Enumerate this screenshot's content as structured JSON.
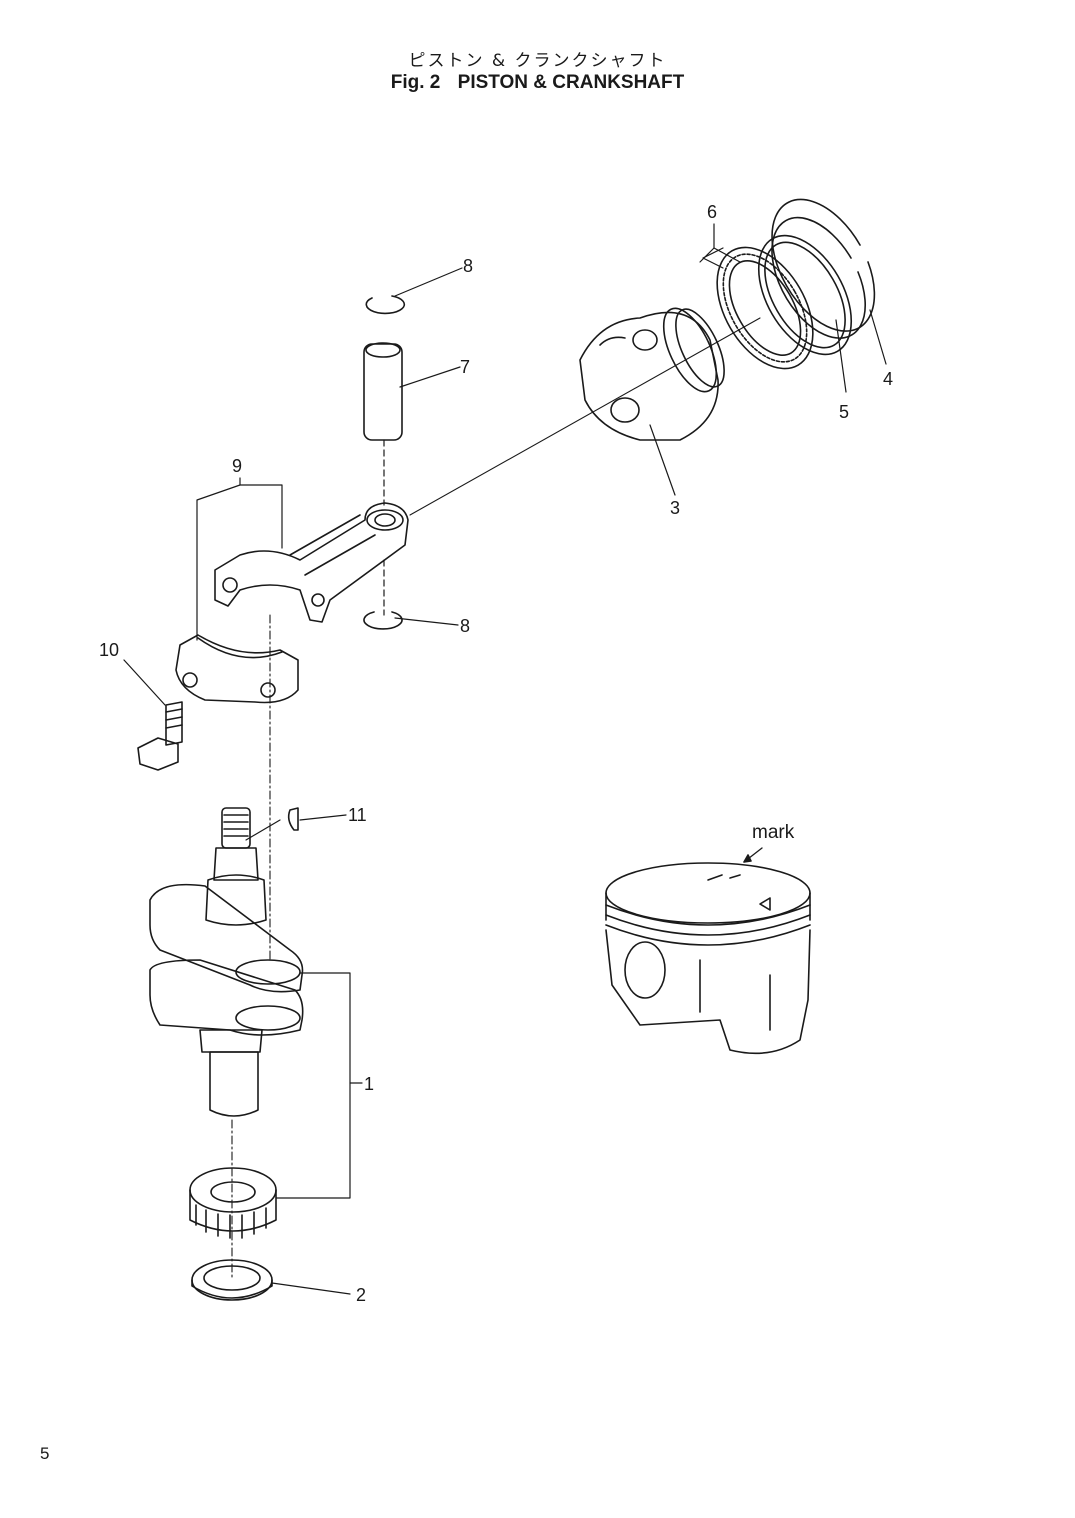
{
  "title": {
    "japanese": "ピストン & クランクシャフト",
    "figure": "Fig. 2",
    "english": "PISTON & CRANKSHAFT"
  },
  "callouts": {
    "c1": "1",
    "c2": "2",
    "c3": "3",
    "c4": "4",
    "c5": "5",
    "c6": "6",
    "c7": "7",
    "c8a": "8",
    "c8b": "8",
    "c9": "9",
    "c10": "10",
    "c11": "11"
  },
  "mark_label": "mark",
  "page_number": "5"
}
